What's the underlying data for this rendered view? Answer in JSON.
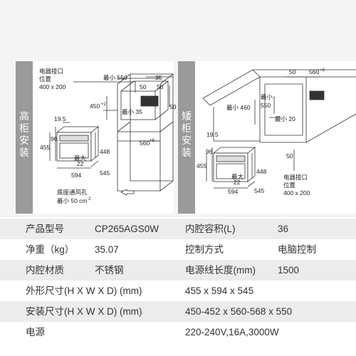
{
  "diagram": {
    "left_panel": {
      "side_label": [
        "高",
        "柜",
        "安",
        "装"
      ],
      "labels": {
        "connector_title": "电器接口",
        "connector_pos": "位置",
        "connector_size": "400 x 200",
        "min550": "最小 550",
        "d35_top": "35",
        "d50_a": "50",
        "d50_b": "50",
        "d450": "450",
        "d450_sup": "+2",
        "min35": "最小 35",
        "d50_c": "50",
        "d560": "560",
        "d560_sup": "+8",
        "d19_5": "19.5",
        "d96": "96",
        "d455": "455",
        "d448": "448",
        "min22": "最大",
        "min22b": "22",
        "d594": "594",
        "d545": "545",
        "vent1": "底座通风孔",
        "vent2": "最小 50 cm",
        "vent2_sup": "2"
      }
    },
    "right_panel": {
      "side_label": [
        "矮",
        "柜",
        "安",
        "装"
      ],
      "labels": {
        "d50_top": "50",
        "d560": "560",
        "d560_sup": "+8",
        "min460": "最小 460",
        "min550a": "最小",
        "min550b": "550",
        "min20": "最小 20",
        "d50_a": "50",
        "d19_5": "19.5",
        "d96": "96",
        "d455": "455",
        "d448": "448",
        "max22a": "最大",
        "max22b": "22",
        "d594": "594",
        "d545": "545",
        "connector_title": "电器接口",
        "connector_pos": "位置",
        "connector_size": "400 x 200"
      }
    }
  },
  "specs": [
    {
      "label": "产品型号",
      "value": "CP265AGS0W",
      "label2": "内腔容积(L)",
      "value2": "36"
    },
    {
      "label": "净重（kg）",
      "value": "35.07",
      "label2": "控制方式",
      "value2": "电脑控制"
    },
    {
      "label": "内腔材质",
      "value": "不锈钢",
      "label2": "电源线长度(mm)",
      "value2": "1500"
    },
    {
      "label": "外形尺寸(H X W X D) (mm)",
      "value": "455 x 594 x 545"
    },
    {
      "label": "安装尺寸(H X W X D) (mm)",
      "value": "450-452 x 560-568 x 550"
    },
    {
      "label": "电源",
      "value": "220-240V,16A,3000W"
    }
  ],
  "colors": {
    "panel_bar": "#9a9a9a",
    "row_shade": "#ececec",
    "line": "#333333"
  }
}
